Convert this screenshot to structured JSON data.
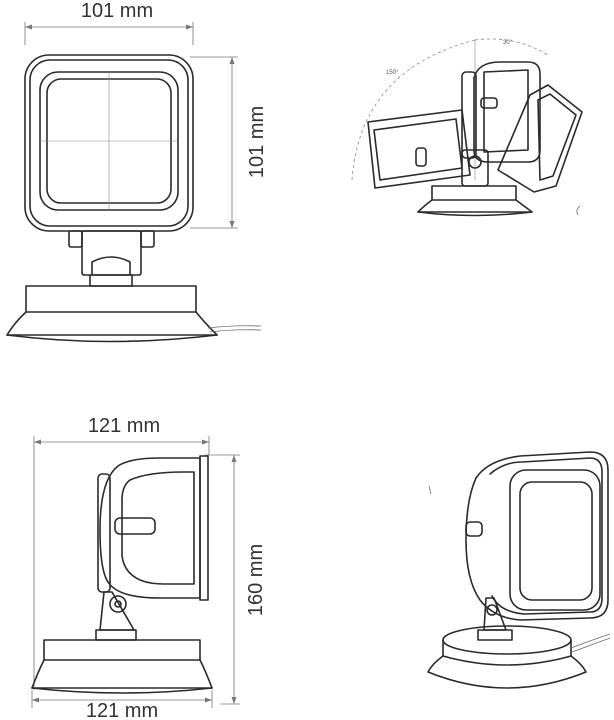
{
  "dimensions": {
    "front_width": "101 mm",
    "front_height": "101 mm",
    "side_top_width": "121 mm",
    "side_height": "160 mm",
    "side_bottom_width": "121 mm"
  },
  "tilt_view": {
    "angle_left": "150°",
    "angle_right": "30°"
  },
  "colors": {
    "line": "#2a2a2a",
    "dimension_text": "#333333",
    "background": "#ffffff"
  }
}
